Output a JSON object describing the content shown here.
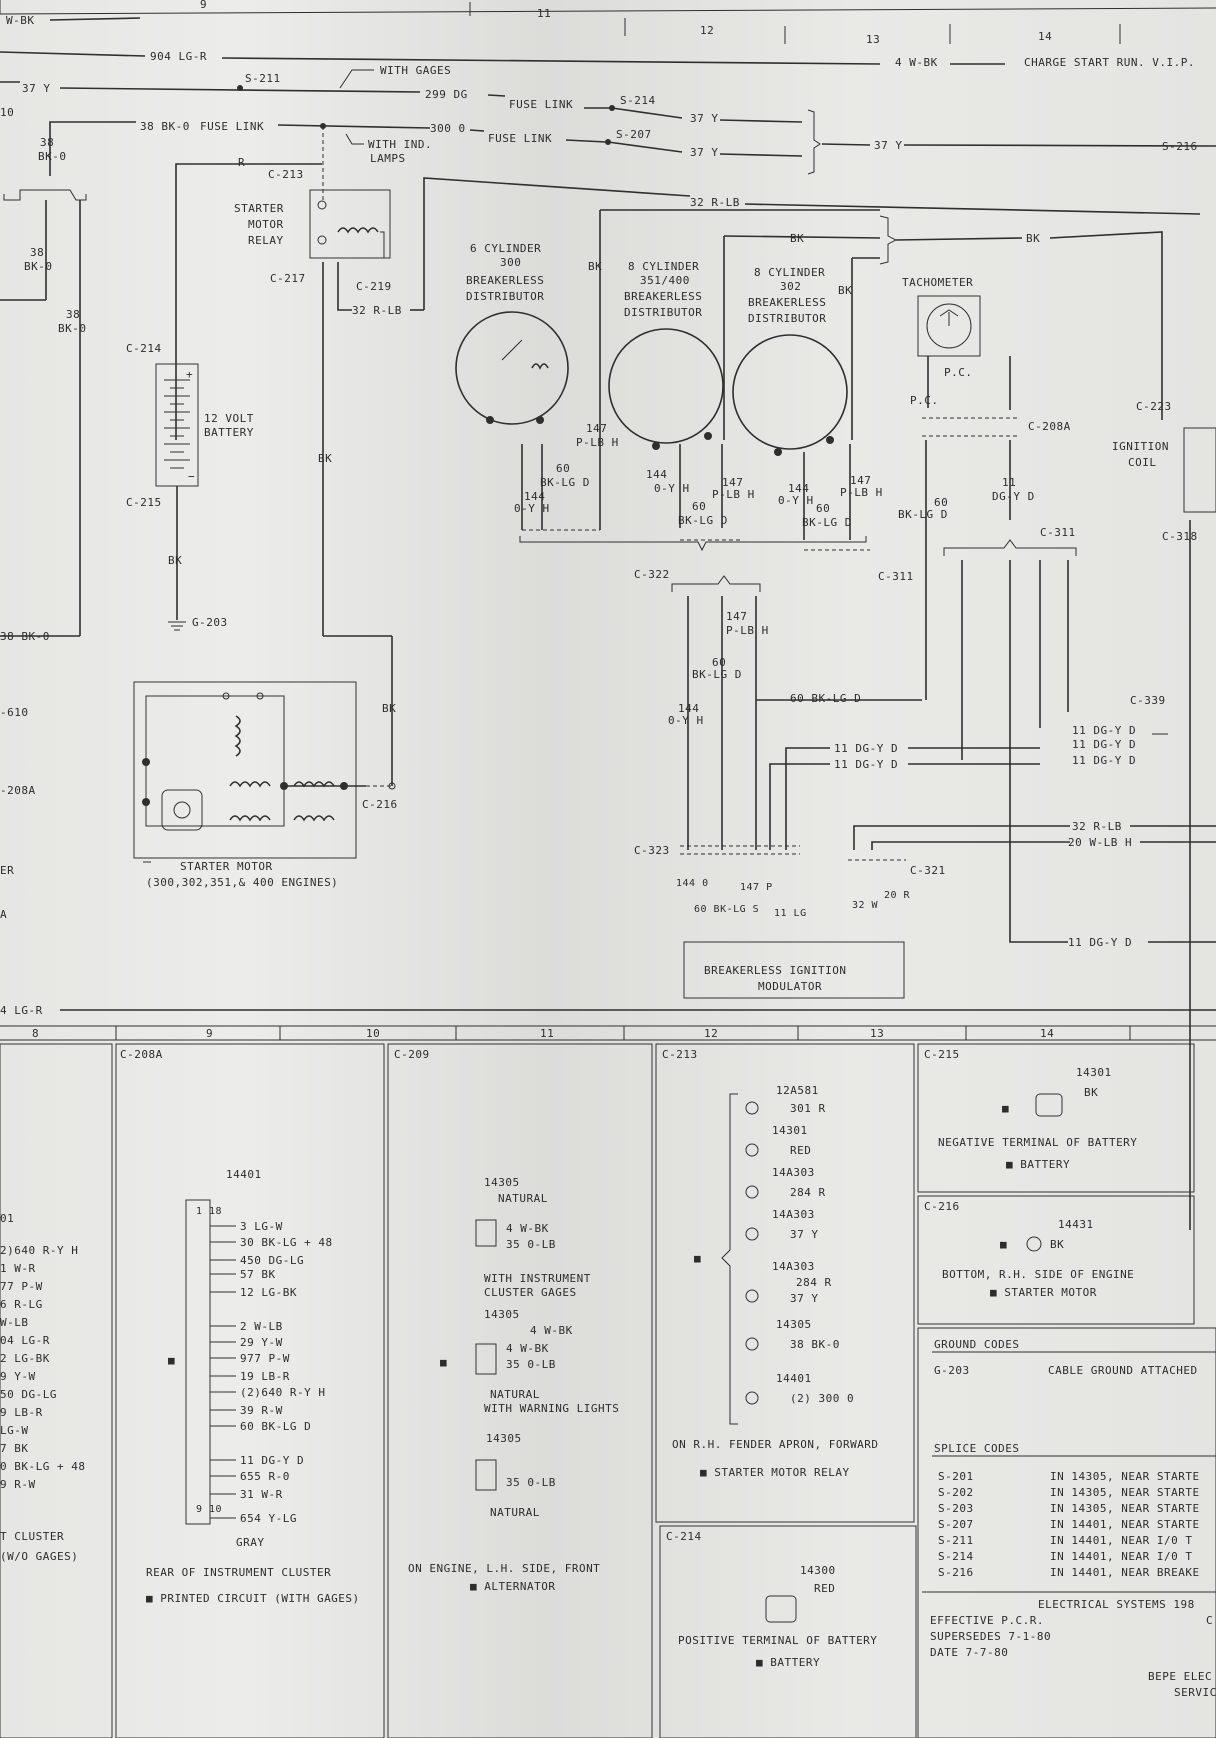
{
  "grid_top": [
    "9",
    "11",
    "12",
    "13",
    "14"
  ],
  "grid_bottom": [
    "8",
    "9",
    "10",
    "11",
    "12",
    "13",
    "14"
  ],
  "top_wires": {
    "w_bk": "W-BK",
    "lg_r_904": "904 LG-R",
    "with_gages": "WITH GAGES",
    "y37": "37 Y",
    "s211": "S-211",
    "dg299": "299 DG",
    "fuse_link": "FUSE LINK",
    "s214": "S-214",
    "y37b": "37 Y",
    "bk38": "38 BK-0",
    "fuse_link2": "FUSE LINK",
    "o300": "300 0",
    "fuse_link3": "FUSE LINK",
    "s207": "S-207",
    "y37c": "37 Y",
    "y37d": "37 Y",
    "with_ind": "WITH IND.",
    "lamps": "LAMPS",
    "w_bk4": "4 W-BK",
    "charge": "CHARGE START RUN. V.I.P.",
    "s216": "S-216",
    "ten": "10"
  },
  "components": {
    "c213": "C-213",
    "starter_relay": [
      "STARTER",
      "MOTOR",
      "RELAY"
    ],
    "c217": "C-217",
    "c219": "C-219",
    "r32lb": "32 R-LB",
    "r32lb2": "32 R-LB",
    "r_label": "R",
    "bk38a": [
      "38",
      "BK-0"
    ],
    "bk38b": [
      "38",
      "BK-0"
    ],
    "bk38c": [
      "38",
      "BK-0"
    ],
    "battery": [
      "12 VOLT",
      "BATTERY"
    ],
    "c214": "C-214",
    "c215": "C-215",
    "bk": "BK",
    "g203": "G-203",
    "bk38_left": "38 BK-0",
    "c610": "-610",
    "c208a_left": "-208A",
    "er": "ER",
    "a": "A",
    "starter_motor": [
      "STARTER MOTOR",
      "(300,302,351,& 400 ENGINES)"
    ],
    "c216": "C-216",
    "dist6": [
      "6 CYLINDER",
      "300",
      "BREAKERLESS",
      "DISTRIBUTOR"
    ],
    "dist8a": [
      "8 CYLINDER",
      "351/400",
      "BREAKERLESS",
      "DISTRIBUTOR"
    ],
    "dist8b": [
      "8 CYLINDER",
      "302",
      "BREAKERLESS",
      "DISTRIBUTOR"
    ],
    "tachometer": "TACHOMETER",
    "pc": "P.C.",
    "c208a": "C-208A",
    "ignition_coil": [
      "IGNITION",
      "COIL"
    ],
    "c223": "C-223",
    "c311": "C-311",
    "c311b": "C-311",
    "c318": "C-318",
    "c322": "C-322",
    "c339": "C-339",
    "c323": "C-323",
    "c321": "C-321",
    "modulator": [
      "BREAKERLESS IGNITION",
      "MODULATOR"
    ],
    "lg_r4": "4 LG-R",
    "plb147": [
      "147",
      "P-LB H"
    ],
    "bklg60": [
      "60",
      "BK-LG D"
    ],
    "oy144": [
      "144",
      "0-Y H"
    ],
    "dgy11": [
      "11",
      "DG-Y D"
    ],
    "bklg60_tach": [
      "60",
      "BK-LG D"
    ],
    "bklg_d60": "60 BK-LG D",
    "dgy_d11": "11 DG-Y D",
    "r32lb_h": "32 R-LB",
    "wlb20": "20 W-LB H",
    "mod_pins": [
      "144 0",
      "60 BK-LG S",
      "147 P",
      "11 LG",
      "32 W",
      "20 R"
    ]
  },
  "panels": {
    "p_left": {
      "title": "",
      "lines": [
        "01",
        "2)640 R-Y H",
        "1 W-R",
        "77 P-W",
        "6 R-LG",
        "W-LB",
        "04 LG-R",
        "2 LG-BK",
        "9 Y-W",
        "50 DG-LG",
        "9 LB-R",
        "LG-W",
        "7 BK",
        "0 BK-LG + 48",
        "9 R-W",
        "T CLUSTER",
        "(W/O GAGES)"
      ]
    },
    "p208a": {
      "title": "C-208A",
      "part": "14401",
      "pins": [
        "3 LG-W",
        "30 BK-LG + 48",
        "450 DG-LG",
        "57 BK",
        "12 LG-BK",
        "2 W-LB",
        "29 Y-W",
        "977 P-W",
        "19 LB-R",
        "(2)640 R-Y H",
        "39 R-W",
        "60 BK-LG D",
        "11 DG-Y D",
        "655 R-0",
        "31 W-R",
        "654 Y-LG"
      ],
      "gray": "GRAY",
      "caption": [
        "REAR OF INSTRUMENT CLUSTER",
        "■ PRINTED CIRCUIT (WITH GAGES)"
      ],
      "nums": [
        "1 18",
        "9 10"
      ]
    },
    "p209": {
      "title": "C-209",
      "parts": [
        "14305",
        "14305",
        "14305"
      ],
      "a": [
        "NATURAL",
        "4 W-BK",
        "35 0-LB",
        "WITH INSTRUMENT",
        "CLUSTER GAGES"
      ],
      "b": [
        "4 W-BK",
        "4 W-BK",
        "35 0-LB",
        "NATURAL",
        "WITH WARNING LIGHTS"
      ],
      "c": [
        "35 0-LB",
        "NATURAL"
      ],
      "caption": [
        "ON ENGINE, L.H. SIDE, FRONT",
        "■ ALTERNATOR"
      ]
    },
    "p213": {
      "title": "C-213",
      "rows": [
        [
          "12A581",
          "301 R"
        ],
        [
          "14301",
          "RED"
        ],
        [
          "14A303",
          "284 R"
        ],
        [
          "14A303",
          "37 Y"
        ],
        [
          "14A303",
          "284 R"
        ],
        [
          "",
          "37 Y"
        ],
        [
          "14305",
          "38 BK-0"
        ],
        [
          "14401",
          "(2) 300 0"
        ]
      ],
      "caption": [
        "ON R.H. FENDER APRON, FORWARD",
        "■ STARTER MOTOR RELAY"
      ]
    },
    "p215": {
      "title": "C-215",
      "part": "14301",
      "wire": "BK",
      "caption": [
        "NEGATIVE TERMINAL OF BATTERY",
        "■ BATTERY"
      ]
    },
    "p216": {
      "title": "C-216",
      "part": "14431",
      "wire": "BK",
      "caption": [
        "BOTTOM, R.H. SIDE OF ENGINE",
        "■ STARTER MOTOR"
      ]
    },
    "p214": {
      "title": "C-214",
      "part": "14300",
      "wire": "RED",
      "caption": [
        "POSITIVE TERMINAL OF BATTERY",
        "■ BATTERY"
      ]
    },
    "ground": {
      "title": "GROUND CODES",
      "code": "G-203",
      "desc": "CABLE GROUND ATTACHED"
    },
    "splice": {
      "title": "SPLICE CODES",
      "rows": [
        [
          "S-201",
          "IN 14305, NEAR STARTE"
        ],
        [
          "S-202",
          "IN 14305, NEAR STARTE"
        ],
        [
          "S-203",
          "IN 14305, NEAR STARTE"
        ],
        [
          "S-207",
          "IN 14401, NEAR STARTE"
        ],
        [
          "S-211",
          "IN 14401, NEAR I/0 T"
        ],
        [
          "S-214",
          "IN 14401, NEAR I/0 T"
        ],
        [
          "S-216",
          "IN 14401, NEAR BREAKE"
        ]
      ]
    },
    "footer": {
      "title": "ELECTRICAL SYSTEMS 198",
      "lines": [
        "EFFECTIVE P.C.R.",
        "SUPERSEDES 7-1-80",
        "DATE 7-7-80"
      ],
      "corner": [
        "BEPE ELEC",
        "SERVIC"
      ],
      "c": "C"
    }
  }
}
